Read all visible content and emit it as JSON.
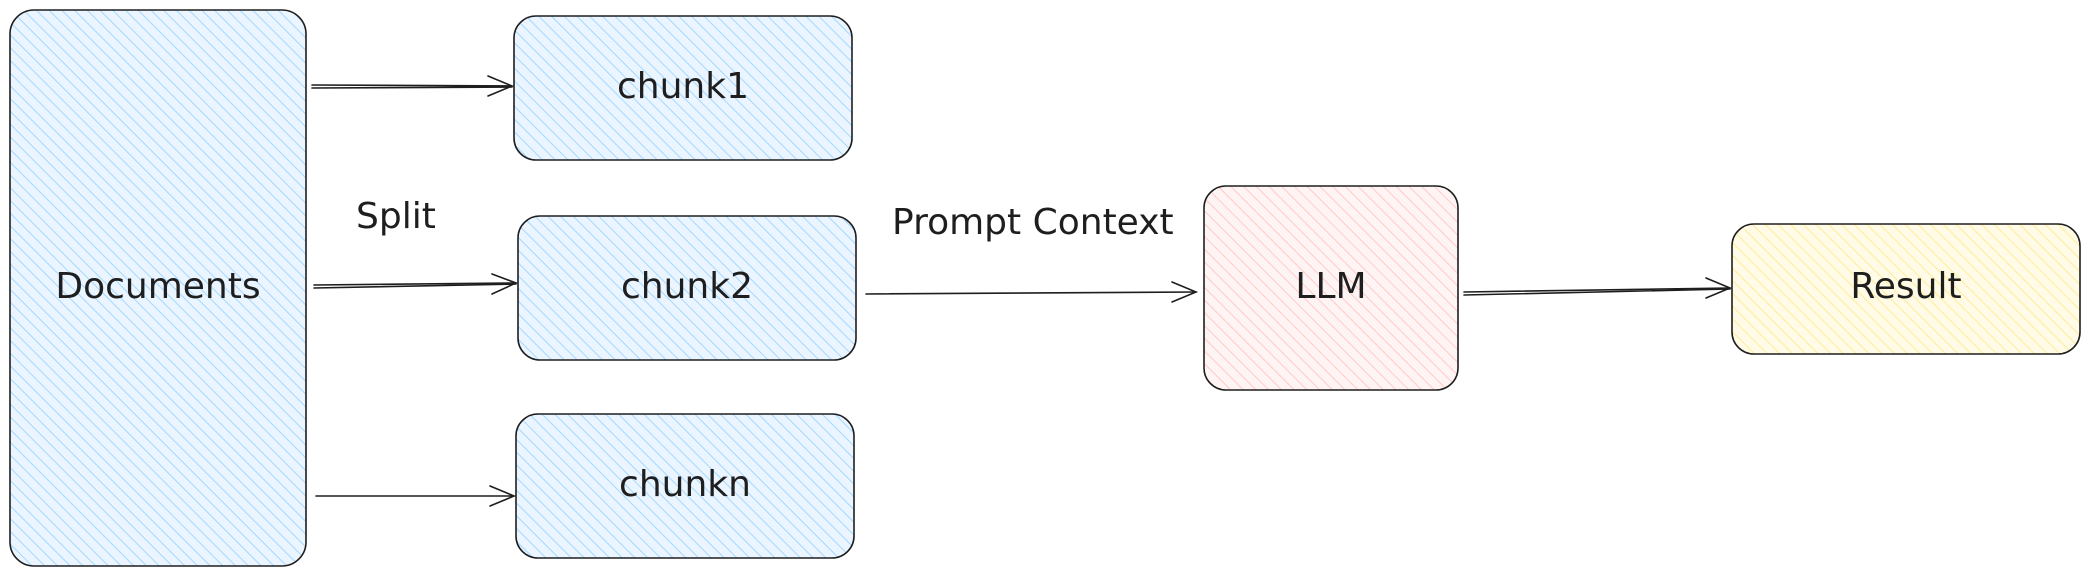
{
  "nodes": {
    "documents": {
      "label": "Documents",
      "fill": "#a5d8ff"
    },
    "chunk1": {
      "label": "chunk1",
      "fill": "#a5d8ff"
    },
    "chunk2": {
      "label": "chunk2",
      "fill": "#a5d8ff"
    },
    "chunkn": {
      "label": "chunkn",
      "fill": "#a5d8ff"
    },
    "llm": {
      "label": "LLM",
      "fill": "#ffc9c9"
    },
    "result": {
      "label": "Result",
      "fill": "#ffec99"
    }
  },
  "edges": {
    "split": {
      "label": "Split"
    },
    "prompt_context": {
      "label": "Prompt Context"
    }
  },
  "colors": {
    "stroke": "#1e1e1e"
  }
}
